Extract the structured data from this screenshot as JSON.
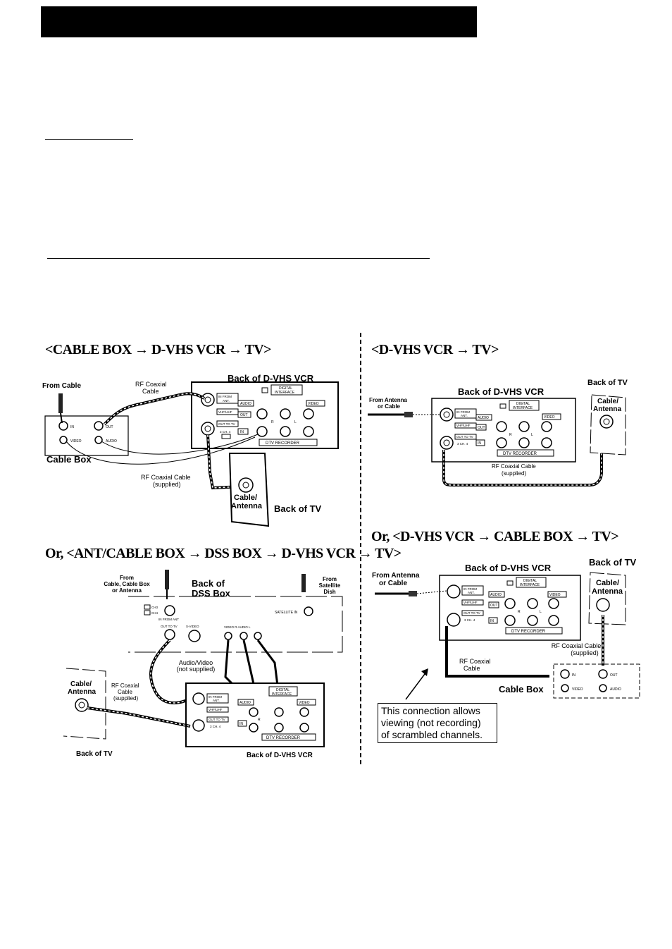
{
  "sections": {
    "s1": {
      "title": "<CABLE BOX → D-VHS VCR → TV>"
    },
    "s2": {
      "title": "<D-VHS VCR → TV>"
    },
    "s3": {
      "title": "Or, <ANT/CABLE BOX → DSS BOX → D-VHS VCR → TV>"
    },
    "s4": {
      "title": "Or, <D-VHS VCR → CABLE BOX → TV>"
    }
  },
  "labels": {
    "from_cable": "From Cable",
    "rf_coaxial_cable_2line": [
      "RF Coaxial",
      "Cable"
    ],
    "back_of_dvhs_vcr": "Back of D-VHS VCR",
    "cable_box": "Cable Box",
    "rf_coaxial_cable_supplied": [
      "RF Coaxial Cable",
      "(supplied)"
    ],
    "cable_antenna": [
      "Cable/",
      "Antenna"
    ],
    "back_of_tv": "Back of TV",
    "from_antenna_or_cable": [
      "From Antenna",
      "or Cable"
    ],
    "from_cable_box_or_antenna": [
      "From",
      "Cable, Cable Box",
      "or Antenna"
    ],
    "back_of_dss_box": [
      "Back of",
      "DSS Box"
    ],
    "from_satellite_dish": [
      "From",
      "Satellite",
      "Dish"
    ],
    "audio_video_not_supplied": [
      "Audio/Video",
      "(not supplied)"
    ],
    "rf_coaxial_cable_supplied_3line": [
      "RF Coaxial",
      "Cable",
      "(supplied)"
    ],
    "back_of_tv_alt": "Back of TV"
  },
  "ports": {
    "in": "IN",
    "out": "OUT",
    "video": "VIDEO",
    "audio": "AUDIO",
    "in_from_ant": [
      "IN FROM",
      "ANT."
    ],
    "vhf_uhf": "VHF/UHF",
    "out_to_tv": "OUT TO TV",
    "ch34": "3 CH. 4",
    "digital_interface": [
      "DIGITAL",
      "INTERFACE"
    ],
    "r": "R",
    "l": "L",
    "dtv_recorder": "DTV RECORDER",
    "satellite_in": "SATELLITE IN",
    "in_from_ant_dss": "IN FROM ANT",
    "out_to_tv_dss": "OUT TO TV",
    "s_video": "S-VIDEO",
    "video_r_audio_l": "VIDEO  R  AUDIO  L",
    "ch_switch": [
      "CH3",
      "CH4"
    ]
  },
  "callout": [
    "This connection allows",
    "viewing (not recording)",
    "of scrambled channels."
  ]
}
